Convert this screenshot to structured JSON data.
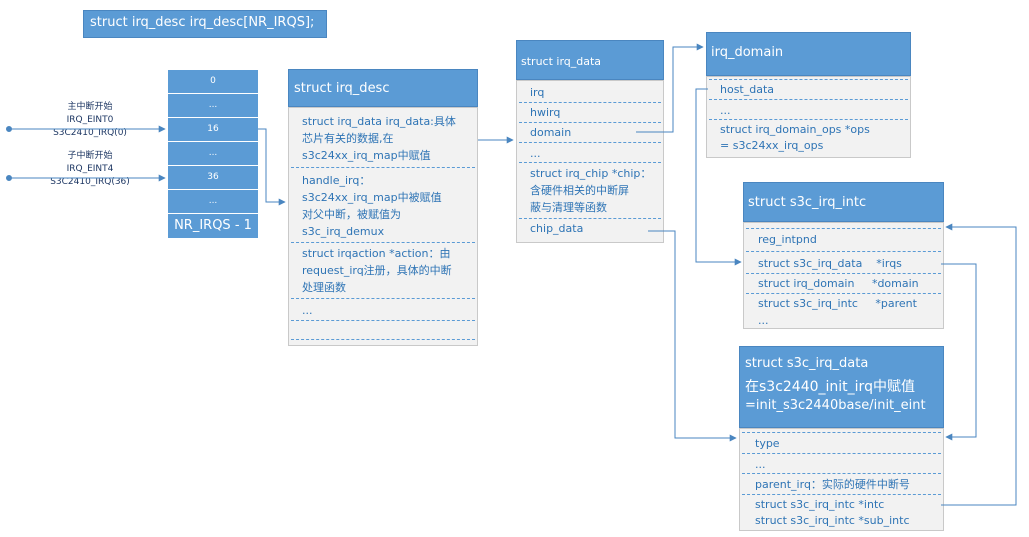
{
  "top_label": "struct irq_desc irq_desc[NR_IRQS];",
  "array": {
    "cells": [
      "0",
      "...",
      "16",
      "...",
      "36",
      "..."
    ],
    "footer": "NR_IRQS - 1"
  },
  "left_labels": {
    "group1": [
      "主中断开始",
      "IRQ_EINT0",
      "S3C2410_IRQ(0)"
    ],
    "group2": [
      "子中断开始",
      "IRQ_EINT4",
      "S3C2410_IRQ(36)"
    ]
  },
  "irq_desc": {
    "title": "struct irq_desc",
    "f1": [
      "struct irq_data irq_data:具体",
      "芯片有关的数据,在",
      "s3c24xx_irq_map中赋值"
    ],
    "f2": [
      "handle_irq：",
      "s3c24xx_irq_map中被赋值",
      "对父中断，被赋值为",
      "s3c_irq_demux"
    ],
    "f3": [
      "struct irqaction *action：由",
      "request_irq注册，具体的中断",
      "处理函数"
    ],
    "f4": "..."
  },
  "irq_data": {
    "title": "struct irq_data",
    "irq": "irq",
    "hwirq": "hwirq",
    "domain": "domain",
    "dots": "...",
    "chip": [
      "struct irq_chip *chip：",
      "含硬件相关的中断屏",
      "蔽与清理等函数"
    ],
    "chip_data": "chip_data"
  },
  "irq_domain": {
    "title": "irq_domain",
    "host_data": "host_data",
    "dots": "...",
    "ops": [
      "struct irq_domain_ops *ops",
      "= s3c24xx_irq_ops"
    ]
  },
  "intc": {
    "title": "struct s3c_irq_intc",
    "reg": "reg_intpnd",
    "irqs": "struct s3c_irq_data    *irqs",
    "domain": "struct irq_domain     *domain",
    "parent": "struct s3c_irq_intc     *parent",
    "dots": "..."
  },
  "s3c_data": {
    "title": [
      "struct s3c_irq_data",
      "在s3c2440_init_irq中赋值",
      "=init_s3c2440base/init_eint"
    ],
    "type": "type",
    "dots": "...",
    "parent_irq": "parent_irq：实际的硬件中断号",
    "intc": "struct s3c_irq_intc *intc",
    "sub_intc": "struct s3c_irq_intc *sub_intc"
  },
  "colors": {
    "accent": "#5b9bd5",
    "text": "#2e74b5",
    "line": "#4a86c0"
  }
}
